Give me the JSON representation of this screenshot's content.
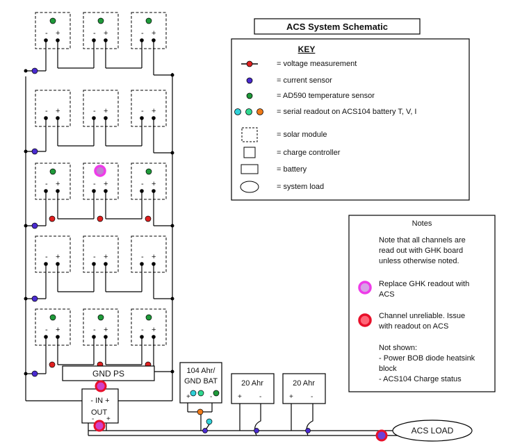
{
  "colors": {
    "voltage": "#e02020",
    "current": "#4a2bd0",
    "temperature": "#1f9a3a",
    "serial": [
      "#30d0d8",
      "#30d890",
      "#f07a18"
    ],
    "replace_ring": "#ee3ce8",
    "unreliable_ring": "#e8102a"
  },
  "title": "ACS System Schematic",
  "key": {
    "heading": "KEY",
    "items": [
      {
        "icon": "voltage-measurement-icon",
        "label": "= voltage measurement"
      },
      {
        "icon": "current-sensor-icon",
        "label": "= current sensor"
      },
      {
        "icon": "temperature-sensor-icon",
        "label": "= AD590 temperature sensor"
      },
      {
        "icon": "serial-readout-icon",
        "label": "= serial readout on ACS104 battery T, V, I"
      },
      {
        "icon": "solar-module-icon",
        "label": "= solar module"
      },
      {
        "icon": "charge-controller-icon",
        "label": "= charge controller"
      },
      {
        "icon": "battery-icon",
        "label": "= battery"
      },
      {
        "icon": "system-load-icon",
        "label": "= system load"
      }
    ]
  },
  "notes": {
    "heading": "Notes",
    "intro": [
      "Note that all channels are",
      "read out with GHK board",
      "unless otherwise noted."
    ],
    "replace": [
      "Replace GHK readout with",
      "ACS"
    ],
    "unreliable": [
      "Channel unreliable.  Issue",
      "with readout on ACS"
    ],
    "not_shown": [
      "Not shown:",
      "- Power BOB diode heatsink",
      "block",
      "- ACS104 Charge status"
    ]
  },
  "solar": {
    "minus": "-",
    "plus": "+"
  },
  "gnd_ps": {
    "label": "GND PS",
    "in_label": "- IN +",
    "out_label": "OUT",
    "out_minus": "-",
    "out_plus": "+"
  },
  "battery_main": {
    "label_line1": "104 Ahr/",
    "label_line2": "GND BAT",
    "plus": "+",
    "minus": "-"
  },
  "battery_20a": {
    "label": "20 Ahr",
    "plus": "+",
    "minus": "-"
  },
  "battery_20b": {
    "label": "20 Ahr",
    "plus": "+",
    "minus": "-"
  },
  "load": {
    "label": "ACS LOAD"
  }
}
